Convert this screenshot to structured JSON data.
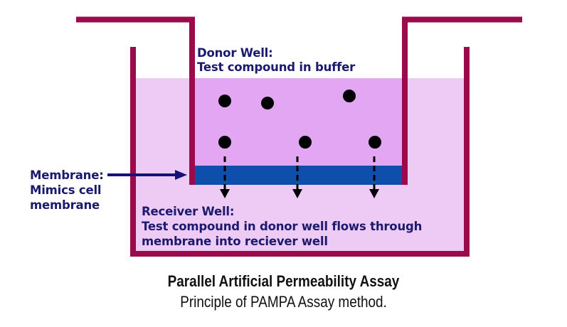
{
  "diagram": {
    "title": "Parallel Artificial Permeability Assay",
    "subtitle": "Principle of PAMPA Assay method.",
    "labels": {
      "donor_title": "Donor Well:",
      "donor_desc": "Test compound in buffer",
      "membrane_title": "Membrane:",
      "membrane_desc_1": "Mimics cell",
      "membrane_desc_2": "membrane",
      "receiver_title": "Receiver Well:",
      "receiver_desc_1": "Test compound in donor well flows through",
      "receiver_desc_2": "membrane into reciever well"
    },
    "colors": {
      "wall": "#9b0a4a",
      "receiver_fill": "#eecbf5",
      "donor_fill": "#e2a6f2",
      "membrane": "#0d4faa",
      "label_text": "#1b1a6e",
      "compound": "#000000"
    },
    "compound_count": 6,
    "flow_arrow_count": 3
  }
}
